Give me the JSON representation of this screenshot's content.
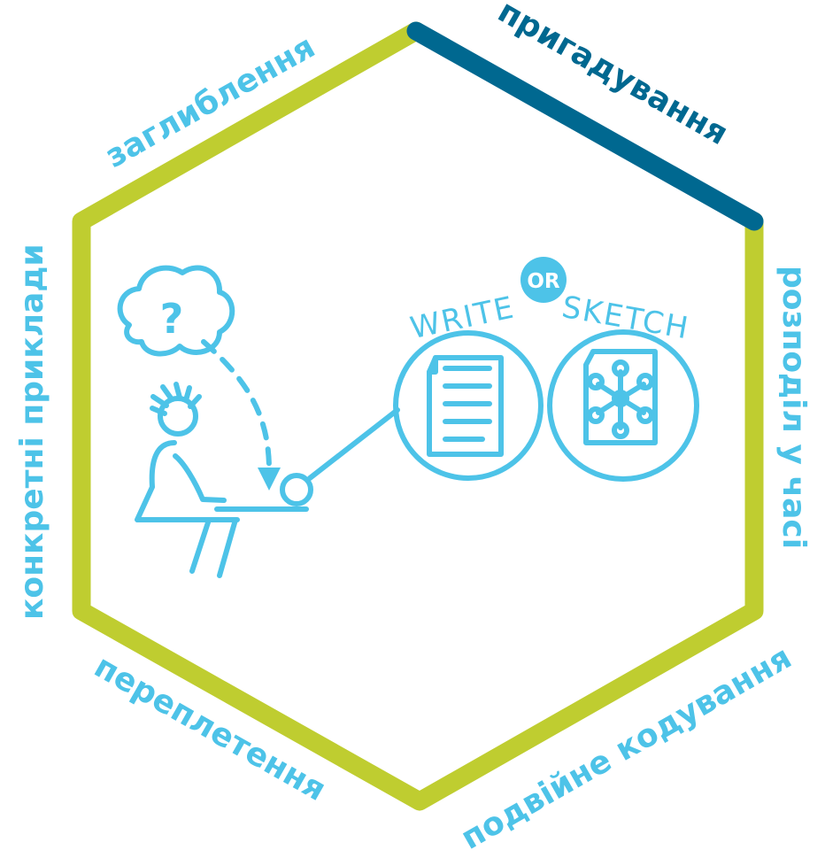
{
  "labels": {
    "top_left": "заглиблення",
    "top_right": "пригадування",
    "right": "розподіл у часі",
    "bottom_right": "подвійне кодування",
    "bottom_left": "переплетення",
    "left": "конкретні приклади"
  },
  "center": {
    "or_badge": "OR",
    "write_label": "WRITE",
    "sketch_label": "SKETCH",
    "thought_symbol": "?"
  },
  "icons": {
    "thinking_person": "thinking-person-icon",
    "thought_bubble": "thought-bubble-icon",
    "document": "document-icon",
    "mind_map": "mind-map-icon"
  },
  "colors": {
    "hex_green": "#BFCD30",
    "hex_dark_blue": "#006890",
    "light_blue": "#4DC3E8",
    "white": "#FFFFFF"
  }
}
